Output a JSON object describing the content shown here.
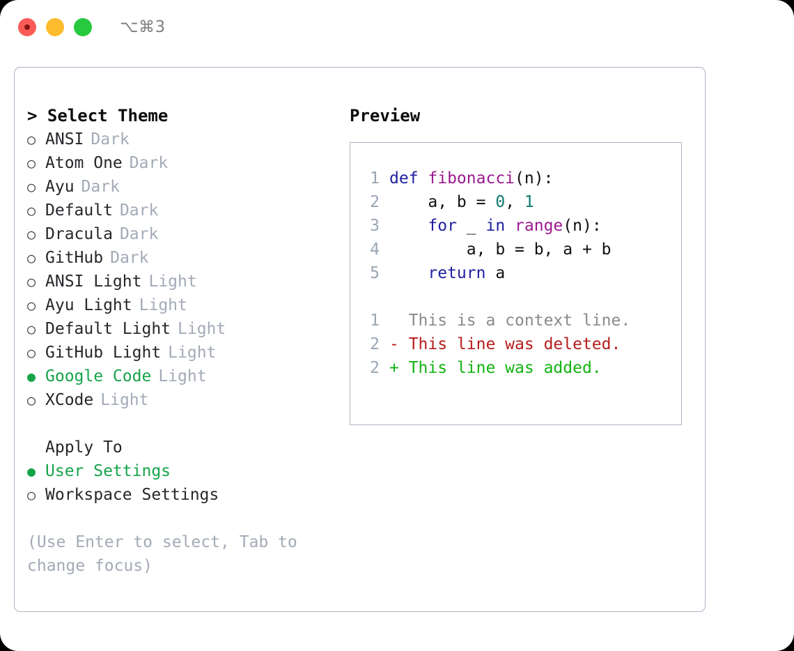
{
  "titlebar": {
    "dots": [
      {
        "name": "close-button",
        "color": "#fb5b57"
      },
      {
        "name": "minimize-button",
        "color": "#fcbc2d"
      },
      {
        "name": "maximize-button",
        "color": "#27c93f"
      }
    ],
    "shortcut": "⌥⌘3"
  },
  "theme_picker": {
    "heading": "> Select Theme",
    "selected_marker": "●",
    "unselected_marker": "○",
    "accent_color": "#16a34a",
    "items": [
      {
        "marker": "○",
        "name": "ANSI",
        "tag": "Dark",
        "selected": false
      },
      {
        "marker": "○",
        "name": "Atom One",
        "tag": "Dark",
        "selected": false
      },
      {
        "marker": "○",
        "name": "Ayu",
        "tag": "Dark",
        "selected": false
      },
      {
        "marker": "○",
        "name": "Default",
        "tag": "Dark",
        "selected": false
      },
      {
        "marker": "○",
        "name": "Dracula",
        "tag": "Dark",
        "selected": false
      },
      {
        "marker": "○",
        "name": "GitHub",
        "tag": "Dark",
        "selected": false
      },
      {
        "marker": "○",
        "name": "ANSI Light",
        "tag": "Light",
        "selected": false
      },
      {
        "marker": "○",
        "name": "Ayu Light",
        "tag": "Light",
        "selected": false
      },
      {
        "marker": "○",
        "name": "Default Light",
        "tag": "Light",
        "selected": false
      },
      {
        "marker": "○",
        "name": "GitHub Light",
        "tag": "Light",
        "selected": false
      },
      {
        "marker": "●",
        "name": "Google Code",
        "tag": "Light",
        "selected": true
      },
      {
        "marker": "○",
        "name": "XCode",
        "tag": "Light",
        "selected": false
      }
    ]
  },
  "apply_to": {
    "heading": "Apply To",
    "items": [
      {
        "marker": "●",
        "name": "User Settings",
        "selected": true
      },
      {
        "marker": "○",
        "name": "Workspace Settings",
        "selected": false
      }
    ]
  },
  "hint": "(Use Enter to select, Tab to change focus)",
  "preview": {
    "heading": "Preview",
    "code_lines": [
      {
        "lineno": "1",
        "tokens": [
          {
            "text": "def ",
            "type": "kw"
          },
          {
            "text": "fibonacci",
            "type": "fn"
          },
          {
            "text": "(n):",
            "type": "plain"
          }
        ]
      },
      {
        "lineno": "2",
        "tokens": [
          {
            "text": "    a, b = ",
            "type": "plain"
          },
          {
            "text": "0",
            "type": "num"
          },
          {
            "text": ", ",
            "type": "plain"
          },
          {
            "text": "1",
            "type": "num"
          }
        ]
      },
      {
        "lineno": "3",
        "tokens": [
          {
            "text": "    ",
            "type": "plain"
          },
          {
            "text": "for",
            "type": "kw"
          },
          {
            "text": " _ ",
            "type": "plain"
          },
          {
            "text": "in",
            "type": "kw"
          },
          {
            "text": " ",
            "type": "plain"
          },
          {
            "text": "range",
            "type": "fn"
          },
          {
            "text": "(n):",
            "type": "plain"
          }
        ]
      },
      {
        "lineno": "4",
        "tokens": [
          {
            "text": "        a, b = b, a + b",
            "type": "plain"
          }
        ]
      },
      {
        "lineno": "5",
        "tokens": [
          {
            "text": "    ",
            "type": "plain"
          },
          {
            "text": "return",
            "type": "kw"
          },
          {
            "text": " a",
            "type": "plain"
          }
        ]
      }
    ],
    "diff_lines": [
      {
        "lineno": "1",
        "sign": "  ",
        "text": "This is a context line.",
        "type": "ctx"
      },
      {
        "lineno": "2",
        "sign": "- ",
        "text": "This line was deleted.",
        "type": "del"
      },
      {
        "lineno": "2",
        "sign": "+ ",
        "text": "This line was added.",
        "type": "add"
      }
    ]
  }
}
